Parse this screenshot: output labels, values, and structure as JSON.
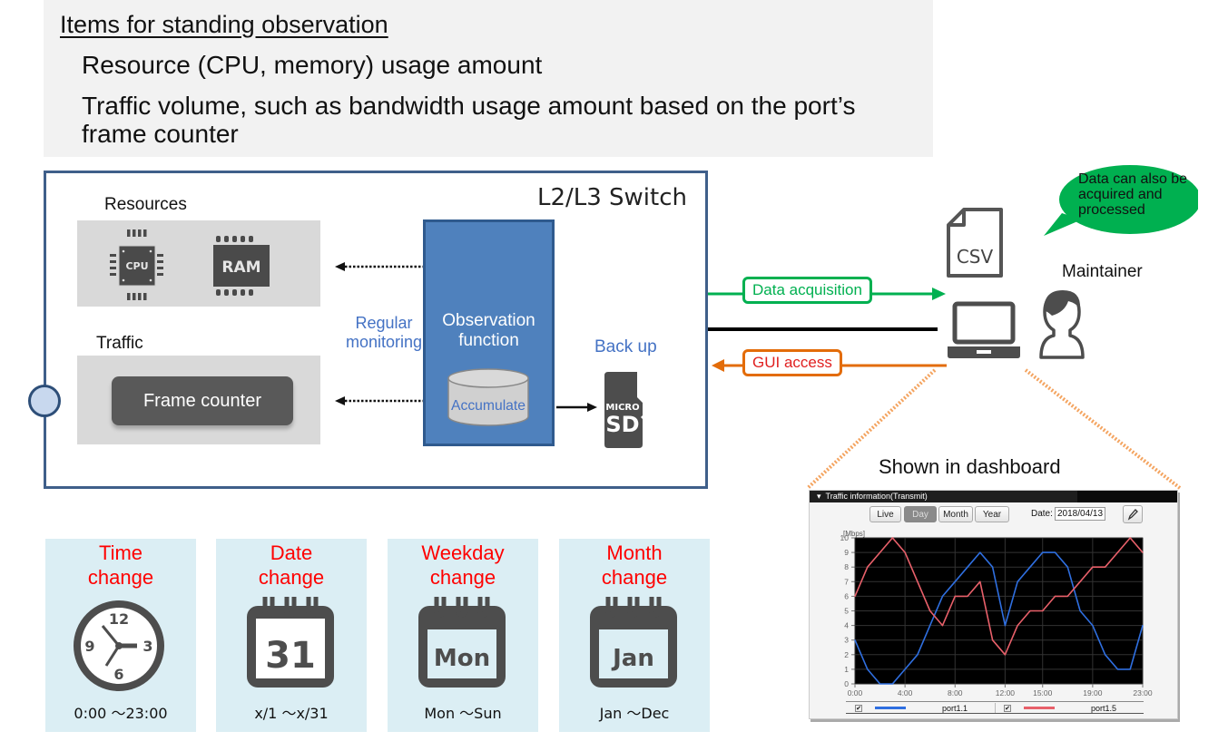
{
  "header": {
    "title": "Items for standing observation",
    "items": [
      "Resource (CPU, memory) usage amount",
      "Traffic volume, such as bandwidth usage amount based on the port’s frame counter"
    ]
  },
  "switch": {
    "title": "L2/L3 Switch",
    "resources_label": "Resources",
    "cpu_label": "CPU",
    "ram_label": "RAM",
    "traffic_label": "Traffic",
    "frame_counter_label": "Frame counter",
    "regular_monitoring_label": "Regular monitoring",
    "observation_function_label": "Observation function",
    "accumulate_label": "Accumulate",
    "backup_label": "Back up",
    "sd_micro_label": "MICRO",
    "sd_label": "SD"
  },
  "maintainer": {
    "data_acquisition_label": "Data acquisition",
    "gui_access_label": "GUI access",
    "csv_label": "CSV",
    "maintainer_label": "Maintainer",
    "bubble_text": "Data can also be acquired and processed",
    "shown_in_dashboard_label": "Shown in dashboard"
  },
  "dashboard": {
    "panel_title": "Traffic information(Transmit)",
    "buttons": [
      {
        "label": "Live",
        "active": false
      },
      {
        "label": "Day",
        "active": true
      },
      {
        "label": "Month",
        "active": false
      },
      {
        "label": "Year",
        "active": false
      }
    ],
    "date_label": "Date:",
    "date_value": "2018/04/13",
    "colors": {
      "port1_1": "#2f6fe0",
      "port1_5": "#e8606a",
      "plot_bg": "#000000"
    }
  },
  "chart_data": {
    "type": "line",
    "title": "Traffic information(Transmit)",
    "xlabel": "",
    "ylabel": "[Mbps]",
    "x": [
      0,
      1,
      2,
      3,
      4,
      5,
      6,
      7,
      8,
      9,
      10,
      11,
      12,
      13,
      14,
      15,
      16,
      17,
      18,
      19,
      20,
      21,
      22,
      23
    ],
    "x_tick_labels": [
      "0:00",
      "4:00",
      "8:00",
      "12:00",
      "15:00",
      "19:00",
      "23:00"
    ],
    "x_tick_positions": [
      0,
      4,
      8,
      12,
      15,
      19,
      23
    ],
    "y_ticks": [
      0,
      1,
      2,
      3,
      4,
      5,
      6,
      7,
      8,
      9,
      10
    ],
    "ylim": [
      0,
      10
    ],
    "xlim": [
      0,
      23
    ],
    "grid": true,
    "legend_position": "bottom",
    "series": [
      {
        "name": "port1.1",
        "color": "#2f6fe0",
        "checked": true,
        "values": [
          3,
          1,
          0,
          0,
          1,
          2,
          4,
          6,
          7,
          8,
          9,
          8,
          4,
          7,
          8,
          9,
          9,
          8,
          5,
          4,
          2,
          1,
          1,
          4
        ]
      },
      {
        "name": "port1.5",
        "color": "#e8606a",
        "checked": true,
        "values": [
          6,
          8,
          9,
          10,
          9,
          7,
          5,
          4,
          6,
          6,
          7,
          3,
          2,
          4,
          5,
          5,
          6,
          6,
          7,
          8,
          8,
          9,
          10,
          9
        ]
      }
    ]
  },
  "cards": [
    {
      "title": "Time change",
      "icon": "clock-icon",
      "range": "0:00 〜23:00"
    },
    {
      "title": "Date change",
      "icon": "calendar-icon",
      "icon_text": "31",
      "range": "x/1 〜x/31"
    },
    {
      "title": "Weekday change",
      "icon": "calendar-icon",
      "icon_text": "Mon",
      "range": "Mon 〜Sun"
    },
    {
      "title": "Month change",
      "icon": "calendar-icon",
      "icon_text": "Jan",
      "range": "Jan 〜Dec"
    }
  ]
}
